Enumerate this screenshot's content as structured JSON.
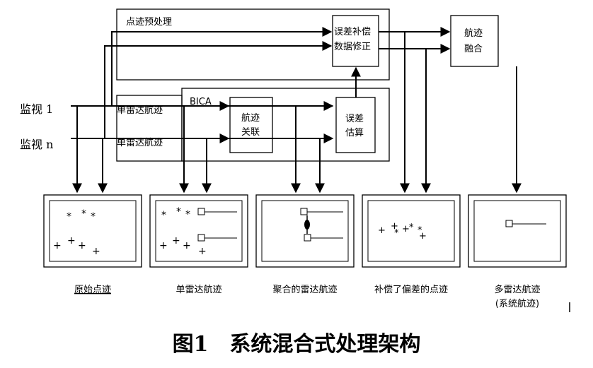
{
  "diagram": {
    "preprocess_title": "点迹预处理",
    "error_comp_line1": "误差补偿",
    "error_comp_line2": "数据修正",
    "fusion_line1": "航迹",
    "fusion_line2": "融合",
    "bica_label": "BICA",
    "single_track_1": "单雷达航迹",
    "single_track_n": "单雷达航迹",
    "assoc_line1": "航迹",
    "assoc_line2": "关联",
    "estimate_line1": "误差",
    "estimate_line2": "估算",
    "sensor_1": "监视 1",
    "sensor_n": "监视 n",
    "panel_captions": [
      "原始点迹",
      "单雷达航迹",
      "聚合的雷达航迹",
      "补偿了偏差的点迹",
      "多雷达航迹",
      "(系统航迹)"
    ],
    "figure_caption": "图1　系统混合式处理架构"
  }
}
